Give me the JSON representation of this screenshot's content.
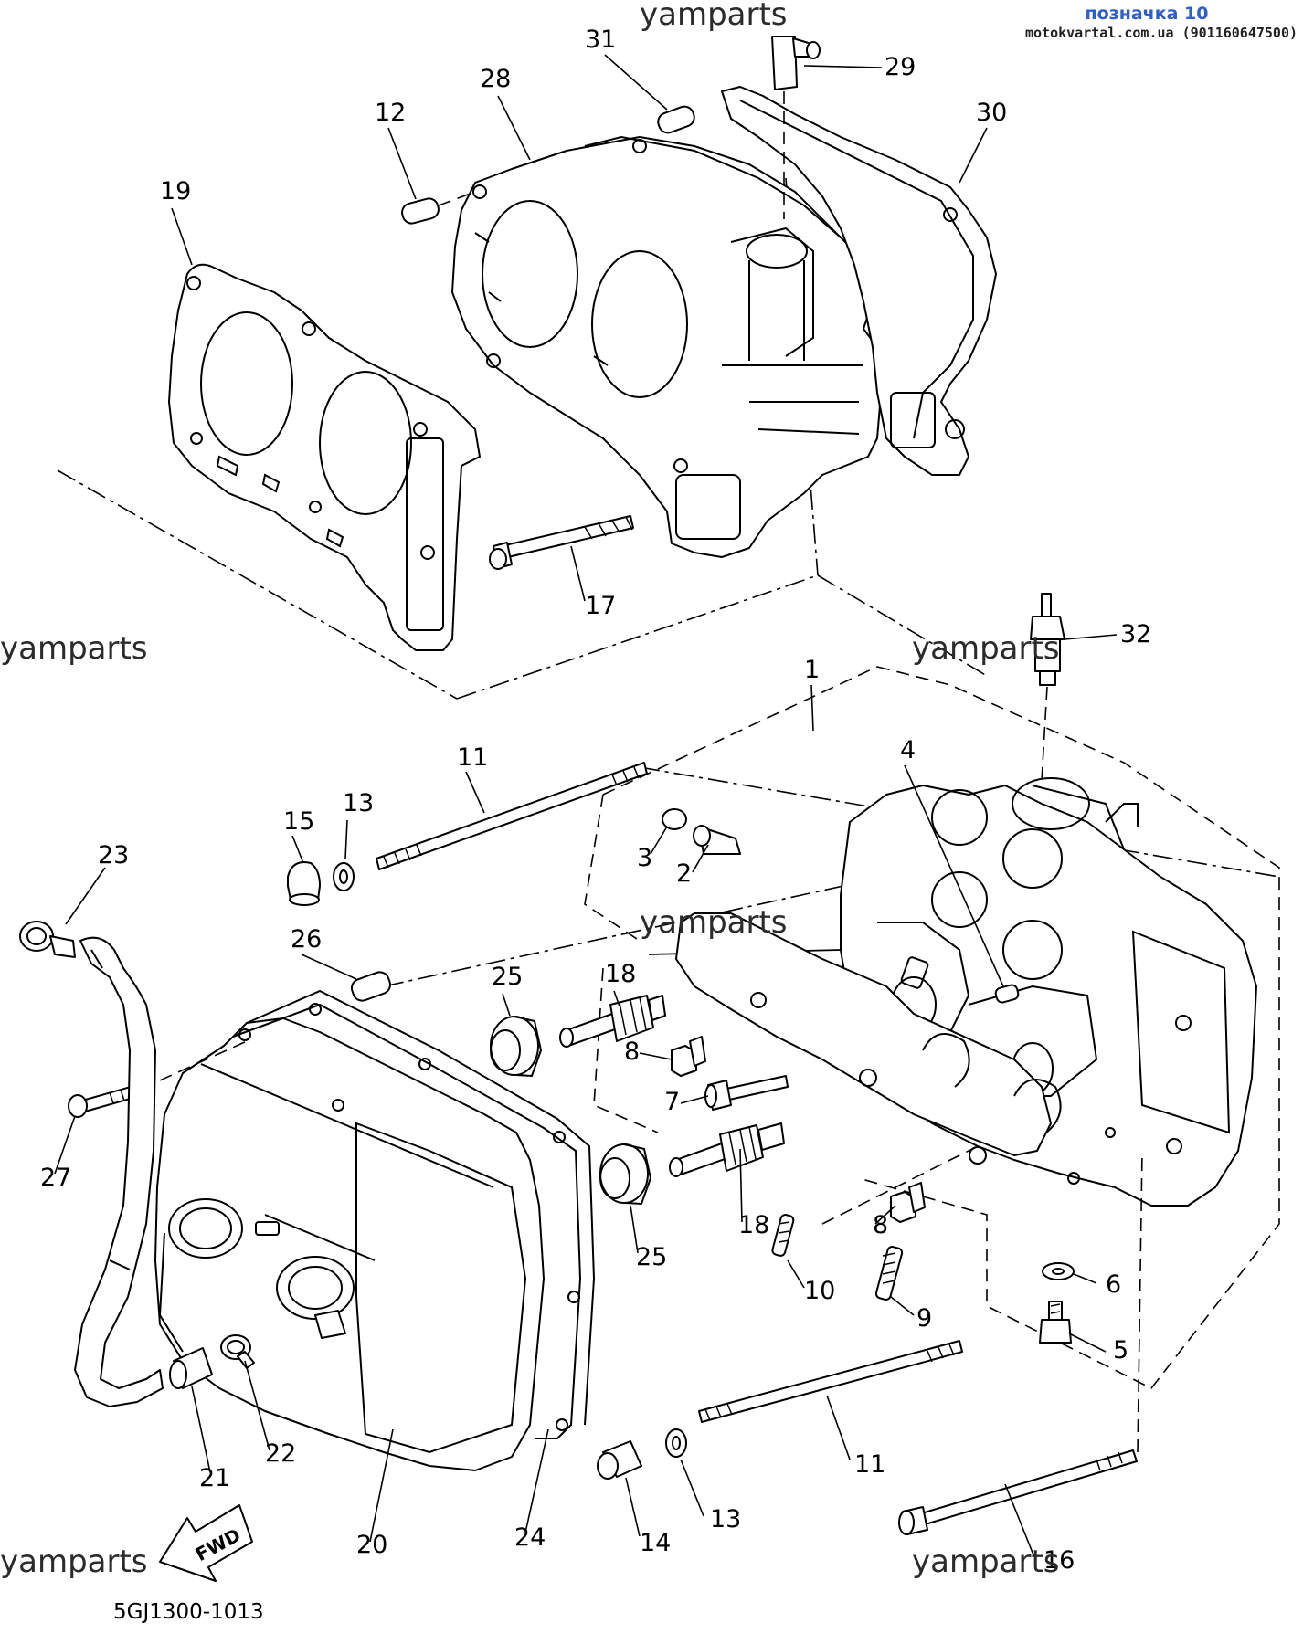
{
  "header": {
    "title": "позначка 10",
    "subtitle": "motokvartal.com.ua (901160647500)"
  },
  "watermarks": [
    "yamparts",
    "yamparts",
    "yamparts",
    "yamparts",
    "yamparts",
    "yamparts"
  ],
  "diagram_code": "5GJ1300-1013",
  "fwd_label": "FWD",
  "callouts": [
    "1",
    "2",
    "3",
    "4",
    "5",
    "6",
    "7",
    "8",
    "8",
    "9",
    "10",
    "11",
    "11",
    "12",
    "13",
    "13",
    "14",
    "15",
    "16",
    "17",
    "18",
    "18",
    "19",
    "20",
    "21",
    "22",
    "23",
    "24",
    "25",
    "25",
    "26",
    "27",
    "28",
    "29",
    "30",
    "31",
    "32"
  ]
}
